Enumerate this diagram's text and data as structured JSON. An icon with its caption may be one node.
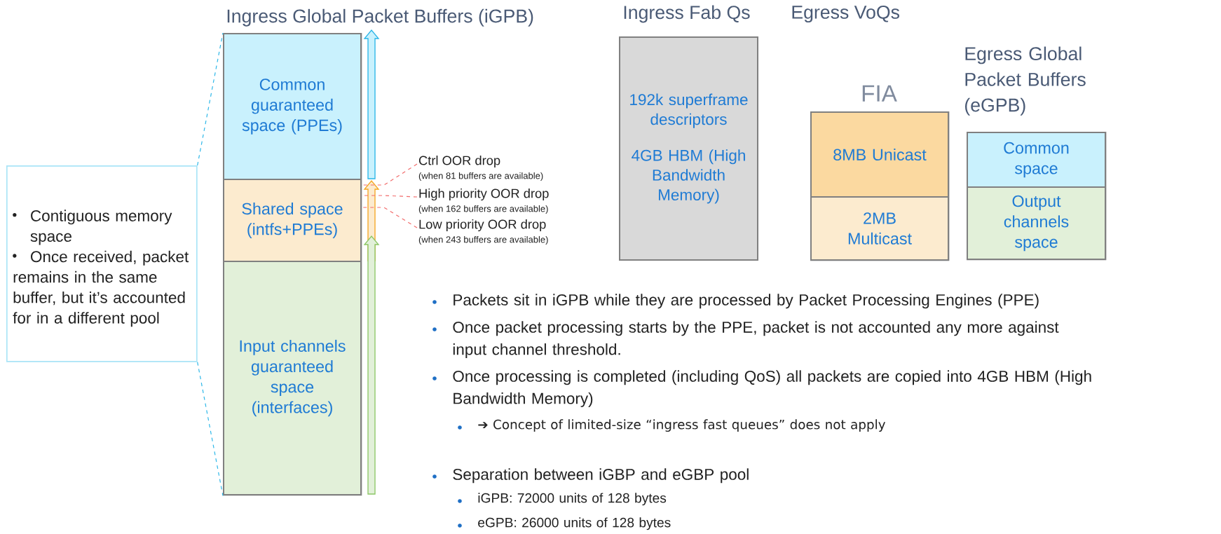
{
  "diagram": {
    "nodes": [
      {
        "text": [
          "Ingress Global Packet Buffers (iGPB)"
        ]
      },
      {
        "text": [
          "Common guaranteed space (PPEs)"
        ],
        "in": 0
      },
      {
        "text": [
          "Shared space (intfs+PPEs)"
        ],
        "in": 0
      },
      {
        "text": [
          "Input channels guaranteed space (interfaces)"
        ],
        "in": 0
      },
      {
        "text": [
          "Contiguous memory space",
          "Once received, packet remains in the same buffer, but it’s accounted for in a different pool"
        ]
      },
      {
        "text": [
          "Ctrl OOR drop",
          "(when 81 buffers are available)"
        ]
      },
      {
        "text": [
          "High priority OOR drop",
          "(when 162 buffers are available)"
        ]
      },
      {
        "text": [
          "Low priority OOR drop",
          "(when 243 buffers are available)"
        ]
      },
      {
        "text": [
          "Ingress Fab Qs",
          "192k superframe descriptors",
          "4GB HBM (High Bandwidth Memory)"
        ]
      },
      {
        "text": [
          "FIA"
        ]
      },
      {
        "text": [
          "8MB Unicast"
        ],
        "in": 9
      },
      {
        "text": [
          "2MB Multicast"
        ],
        "in": 9
      },
      {
        "text": [
          "Egress Global Packet Buffers (eGPB)"
        ]
      },
      {
        "text": [
          "Common space"
        ],
        "in": 12
      },
      {
        "text": [
          "Output channels space"
        ],
        "in": 12
      }
    ],
    "edges": [
      {
        "from": 4,
        "to": 0,
        "arrow": "none",
        "style": "dashed",
        "color": "#29b6e8"
      },
      {
        "from": 4,
        "to": 0,
        "arrow": "none",
        "style": "dashed",
        "color": "#29b6e8"
      },
      {
        "from": 5,
        "to": 2,
        "arrow": "none",
        "style": "dashed",
        "color": "#f26b6b"
      },
      {
        "from": 6,
        "to": 2,
        "arrow": "none",
        "style": "dashed",
        "color": "#f26b6b"
      },
      {
        "from": 7,
        "to": 2,
        "arrow": "none",
        "style": "dashed",
        "color": "#f26b6b"
      }
    ],
    "labels": [
      "Egress VoQs",
      "Packets sit in iGPB while they are processed by Packet Processing Engines (PPE)",
      "Once packet processing starts by the PPE, packet is not accounted any more against input channel threshold.",
      "Once processing is completed (including QoS) all packets are copied into 4GB HBM (High Bandwidth Memory)",
      "➔ Concept of limited-size “ingress fast queues” does not apply",
      "Separation between iGBP and eGBP pool",
      "iGPB: 72000 units of 128 bytes",
      "eGPB: 26000 units of 128 bytes"
    ]
  }
}
